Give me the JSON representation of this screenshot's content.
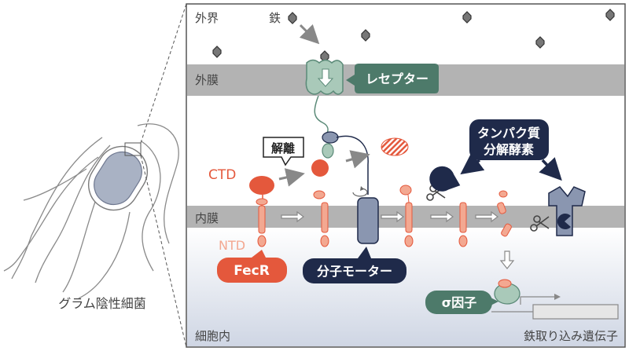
{
  "labels": {
    "outside": "外界",
    "iron": "鉄",
    "outer_membrane": "外膜",
    "inner_membrane": "内膜",
    "cytoplasm": "細胞内",
    "bacterium": "グラム陰性細菌",
    "ctd": "CTD",
    "ntd": "NTD",
    "dissociation": "解離",
    "gene": "鉄取り込み遺伝子"
  },
  "badges": {
    "receptor": "レセプター",
    "fecr": "FecR",
    "motor": "分子モーター",
    "sigma": "σ因子",
    "protease_line1": "タンパク質",
    "protease_line2": "分解酵素"
  },
  "colors": {
    "membrane": "#b3b3b3",
    "receptor_fill": "#a9c9b9",
    "receptor_badge": "#4d7a6a",
    "fecr": "#e4583c",
    "fecr_light": "#f3a891",
    "navy": "#1f2a4a",
    "slate": "#8a96b0",
    "text": "#444444"
  }
}
